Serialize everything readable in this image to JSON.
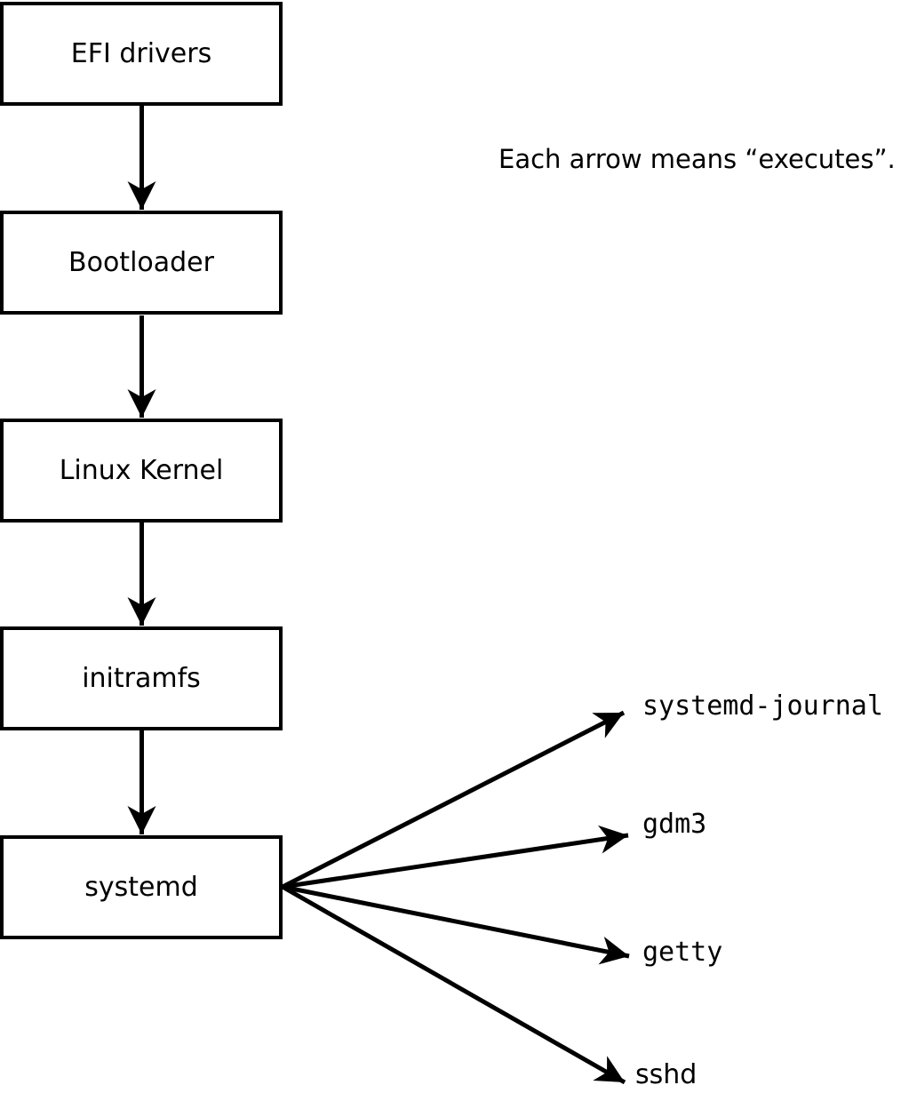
{
  "diagram": {
    "note": "Each arrow means “executes”.",
    "boxes": [
      {
        "label": "EFI drivers"
      },
      {
        "label": "Bootloader"
      },
      {
        "label": "Linux Kernel"
      },
      {
        "label": "initramfs"
      },
      {
        "label": "systemd"
      }
    ],
    "spawned": [
      {
        "label": "systemd-journal"
      },
      {
        "label": "gdm3"
      },
      {
        "label": "getty"
      },
      {
        "label": "sshd"
      }
    ],
    "colors": {
      "line": "#000000",
      "box_border": "#000000",
      "box_fill": "#ffffff",
      "background": "#ffffff",
      "text": "#000000"
    }
  }
}
